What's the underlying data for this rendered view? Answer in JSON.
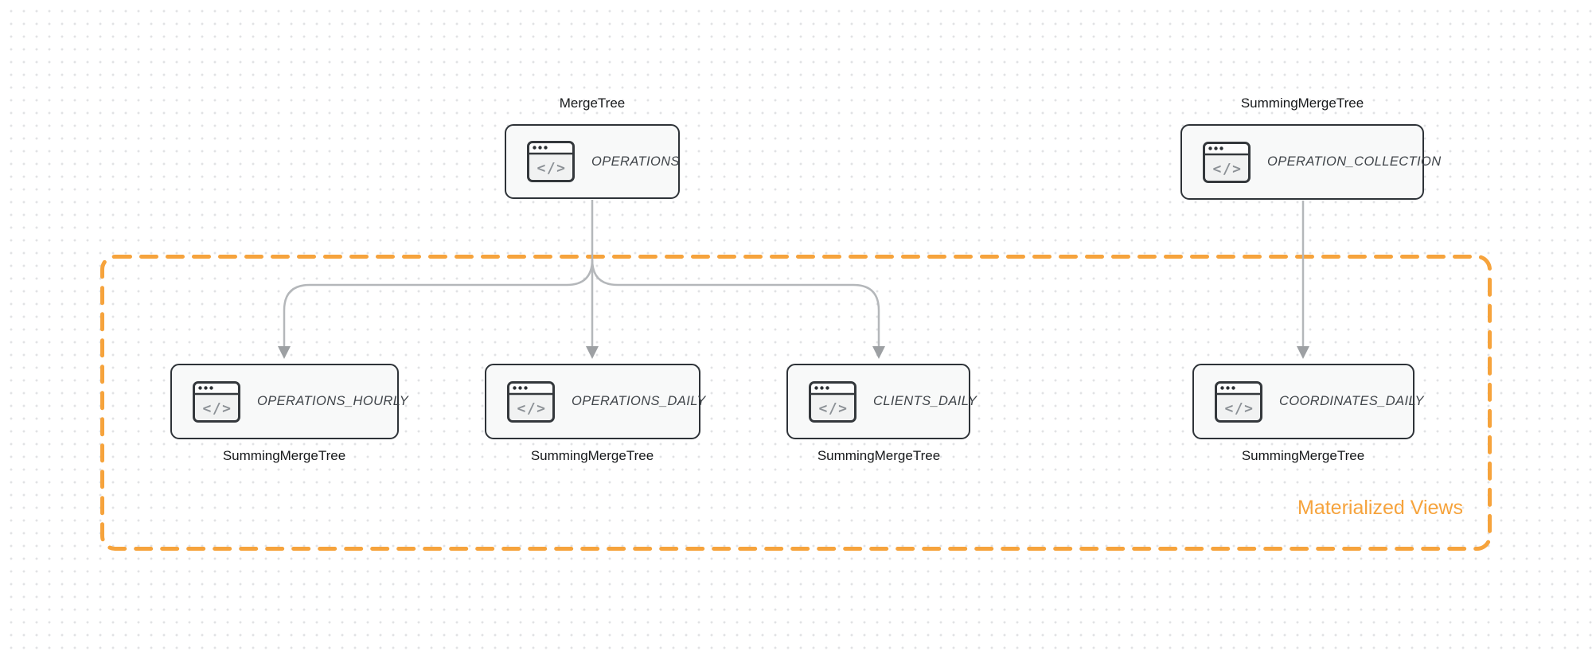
{
  "nodes": {
    "operations": {
      "engine": "MergeTree",
      "name": "OPERATIONS"
    },
    "operation_collection": {
      "engine": "SummingMergeTree",
      "name": "OPERATION_COLLECTION"
    },
    "operations_hourly": {
      "engine": "SummingMergeTree",
      "name": "OPERATIONS_HOURLY"
    },
    "operations_daily": {
      "engine": "SummingMergeTree",
      "name": "OPERATIONS_DAILY"
    },
    "clients_daily": {
      "engine": "SummingMergeTree",
      "name": "CLIENTS_DAILY"
    },
    "coordinates_daily": {
      "engine": "SummingMergeTree",
      "name": "COORDINATES_DAILY"
    }
  },
  "group": {
    "label": "Materialized Views",
    "border_color": "#F6A33C",
    "label_color": "#F6A33C"
  },
  "icon_glyph": "</>",
  "edges": [
    {
      "from": "OPERATIONS",
      "to": "OPERATIONS_HOURLY"
    },
    {
      "from": "OPERATIONS",
      "to": "OPERATIONS_DAILY"
    },
    {
      "from": "OPERATIONS",
      "to": "CLIENTS_DAILY"
    },
    {
      "from": "OPERATION_COLLECTION",
      "to": "COORDINATES_DAILY"
    }
  ],
  "colors": {
    "node_border": "#2E3338",
    "node_fill": "#F8F9F9",
    "edge_line": "#B4B7BA",
    "edge_arrow": "#9DA0A3",
    "node_text": "#3F4449",
    "dot_grid": "#E1E2E4"
  }
}
